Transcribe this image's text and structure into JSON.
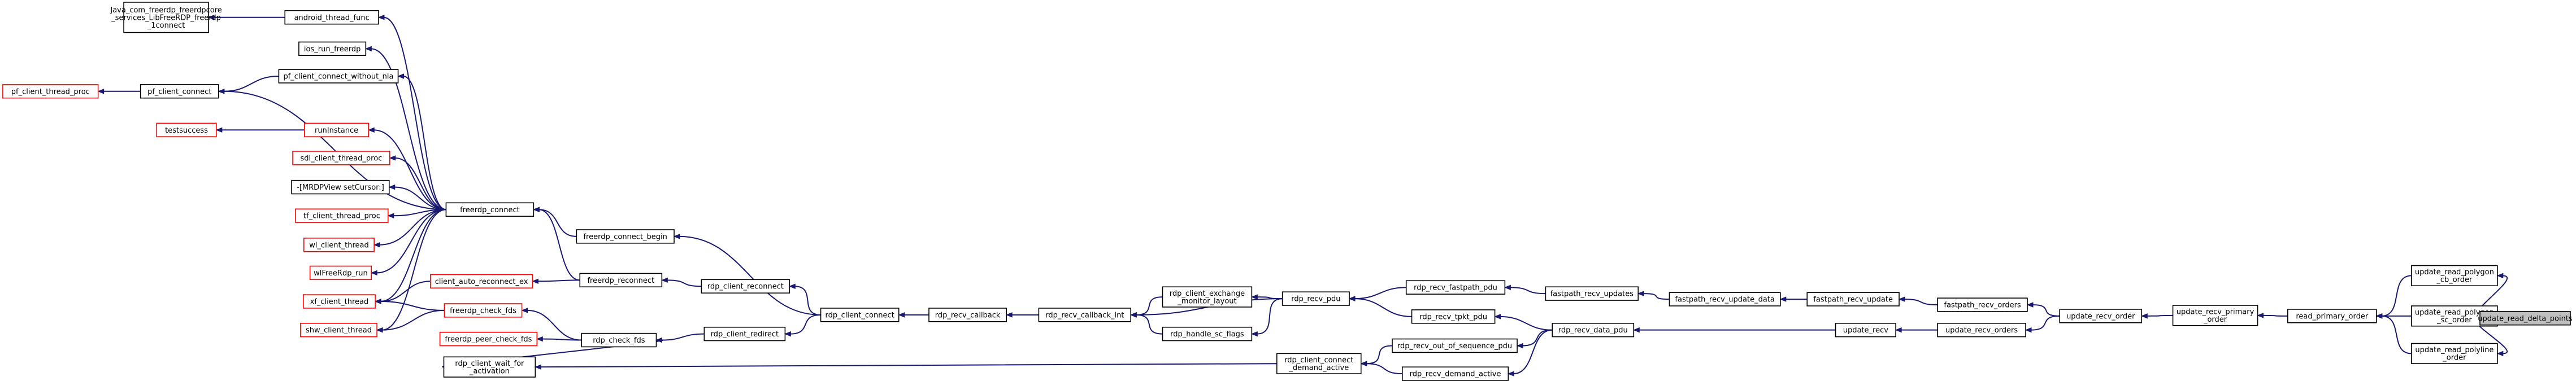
{
  "diagram": {
    "style": {
      "edge_color": "#191970",
      "node_border_black": "#000000",
      "node_border_red": "#ff0000",
      "highlight_fill": "#bfbfbf",
      "node_fill": "#ffffff"
    },
    "nodes": [
      {
        "id": "jni_connect",
        "label": "Java_com_freerdp_freerdpcore\n_services_LibFreeRDP_freerdp\n_1connect",
        "border": "black"
      },
      {
        "id": "android_thread_func",
        "label": "android_thread_func",
        "border": "black"
      },
      {
        "id": "ios_run_freerdp",
        "label": "ios_run_freerdp",
        "border": "black"
      },
      {
        "id": "pf_client_thread_proc",
        "label": "pf_client_thread_proc",
        "border": "red"
      },
      {
        "id": "pf_client_connect",
        "label": "pf_client_connect",
        "border": "black"
      },
      {
        "id": "pf_client_connect_without_nla",
        "label": "pf_client_connect_without_nla",
        "border": "black"
      },
      {
        "id": "testsuccess",
        "label": "testsuccess",
        "border": "red"
      },
      {
        "id": "runInstance",
        "label": "runInstance",
        "border": "red"
      },
      {
        "id": "sdl_client_thread_proc",
        "label": "sdl_client_thread_proc",
        "border": "red"
      },
      {
        "id": "mrdpview_setcursor",
        "label": "-[MRDPView setCursor:]",
        "border": "black"
      },
      {
        "id": "tf_client_thread_proc",
        "label": "tf_client_thread_proc",
        "border": "red"
      },
      {
        "id": "wl_client_thread",
        "label": "wl_client_thread",
        "border": "red"
      },
      {
        "id": "wlfreerdp_run",
        "label": "wlFreeRdp_run",
        "border": "red"
      },
      {
        "id": "xf_client_thread",
        "label": "xf_client_thread",
        "border": "red"
      },
      {
        "id": "shw_client_thread",
        "label": "shw_client_thread",
        "border": "red"
      },
      {
        "id": "freerdp_connect",
        "label": "freerdp_connect",
        "border": "black"
      },
      {
        "id": "client_auto_reconnect_ex",
        "label": "client_auto_reconnect_ex",
        "border": "red"
      },
      {
        "id": "freerdp_check_fds",
        "label": "freerdp_check_fds",
        "border": "red"
      },
      {
        "id": "freerdp_peer_check_fds",
        "label": "freerdp_peer_check_fds",
        "border": "red"
      },
      {
        "id": "rdp_client_wait_for_activation",
        "label": "rdp_client_wait_for\n_activation",
        "border": "black"
      },
      {
        "id": "freerdp_connect_begin",
        "label": "freerdp_connect_begin",
        "border": "black"
      },
      {
        "id": "freerdp_reconnect",
        "label": "freerdp_reconnect",
        "border": "black"
      },
      {
        "id": "rdp_check_fds",
        "label": "rdp_check_fds",
        "border": "black"
      },
      {
        "id": "rdp_client_reconnect",
        "label": "rdp_client_reconnect",
        "border": "black"
      },
      {
        "id": "rdp_client_redirect",
        "label": "rdp_client_redirect",
        "border": "black"
      },
      {
        "id": "rdp_client_connect",
        "label": "rdp_client_connect",
        "border": "black"
      },
      {
        "id": "rdp_recv_callback",
        "label": "rdp_recv_callback",
        "border": "black"
      },
      {
        "id": "rdp_recv_callback_int",
        "label": "rdp_recv_callback_int",
        "border": "black"
      },
      {
        "id": "rdp_client_exchange_monitor_layout",
        "label": "rdp_client_exchange\n_monitor_layout",
        "border": "black"
      },
      {
        "id": "rdp_handle_sc_flags",
        "label": "rdp_handle_sc_flags",
        "border": "black"
      },
      {
        "id": "rdp_recv_pdu",
        "label": "rdp_recv_pdu",
        "border": "black"
      },
      {
        "id": "rdp_client_connect_demand_active",
        "label": "rdp_client_connect\n_demand_active",
        "border": "black"
      },
      {
        "id": "rdp_recv_fastpath_pdu",
        "label": "rdp_recv_fastpath_pdu",
        "border": "black"
      },
      {
        "id": "rdp_recv_tpkt_pdu",
        "label": "rdp_recv_tpkt_pdu",
        "border": "black"
      },
      {
        "id": "rdp_recv_out_of_sequence_pdu",
        "label": "rdp_recv_out_of_sequence_pdu",
        "border": "black"
      },
      {
        "id": "rdp_recv_demand_active",
        "label": "rdp_recv_demand_active",
        "border": "black"
      },
      {
        "id": "fastpath_recv_updates",
        "label": "fastpath_recv_updates",
        "border": "black"
      },
      {
        "id": "rdp_recv_data_pdu",
        "label": "rdp_recv_data_pdu",
        "border": "black"
      },
      {
        "id": "fastpath_recv_update_data",
        "label": "fastpath_recv_update_data",
        "border": "black"
      },
      {
        "id": "fastpath_recv_update",
        "label": "fastpath_recv_update",
        "border": "black"
      },
      {
        "id": "update_recv",
        "label": "update_recv",
        "border": "black"
      },
      {
        "id": "fastpath_recv_orders",
        "label": "fastpath_recv_orders",
        "border": "black"
      },
      {
        "id": "update_recv_orders",
        "label": "update_recv_orders",
        "border": "black"
      },
      {
        "id": "update_recv_order",
        "label": "update_recv_order",
        "border": "black"
      },
      {
        "id": "update_recv_primary_order",
        "label": "update_recv_primary\n_order",
        "border": "black"
      },
      {
        "id": "read_primary_order",
        "label": "read_primary_order",
        "border": "black"
      },
      {
        "id": "update_read_polygon_cb_order",
        "label": "update_read_polygon\n_cb_order",
        "border": "black"
      },
      {
        "id": "update_read_polygon_sc_order",
        "label": "update_read_polygon\n_sc_order",
        "border": "black"
      },
      {
        "id": "update_read_polyline_order",
        "label": "update_read_polyline\n_order",
        "border": "black"
      },
      {
        "id": "update_read_delta_points",
        "label": "update_read_delta_points",
        "border": "black",
        "highlighted": true
      }
    ],
    "edges": [
      [
        "update_read_delta_points",
        "update_read_polygon_cb_order"
      ],
      [
        "update_read_delta_points",
        "update_read_polygon_sc_order"
      ],
      [
        "update_read_delta_points",
        "update_read_polyline_order"
      ],
      [
        "update_read_polygon_cb_order",
        "read_primary_order"
      ],
      [
        "update_read_polygon_sc_order",
        "read_primary_order"
      ],
      [
        "update_read_polyline_order",
        "read_primary_order"
      ],
      [
        "read_primary_order",
        "update_recv_primary_order"
      ],
      [
        "update_recv_primary_order",
        "update_recv_order"
      ],
      [
        "update_recv_order",
        "fastpath_recv_orders"
      ],
      [
        "update_recv_order",
        "update_recv_orders"
      ],
      [
        "fastpath_recv_orders",
        "fastpath_recv_update"
      ],
      [
        "update_recv_orders",
        "update_recv"
      ],
      [
        "fastpath_recv_update",
        "fastpath_recv_update_data"
      ],
      [
        "fastpath_recv_update_data",
        "fastpath_recv_updates"
      ],
      [
        "fastpath_recv_updates",
        "rdp_recv_fastpath_pdu"
      ],
      [
        "update_recv",
        "rdp_recv_data_pdu"
      ],
      [
        "rdp_recv_data_pdu",
        "rdp_recv_tpkt_pdu"
      ],
      [
        "rdp_recv_data_pdu",
        "rdp_recv_out_of_sequence_pdu"
      ],
      [
        "rdp_recv_data_pdu",
        "rdp_recv_demand_active"
      ],
      [
        "rdp_recv_fastpath_pdu",
        "rdp_recv_pdu"
      ],
      [
        "rdp_recv_tpkt_pdu",
        "rdp_recv_pdu"
      ],
      [
        "rdp_recv_out_of_sequence_pdu",
        "rdp_client_connect_demand_active"
      ],
      [
        "rdp_recv_demand_active",
        "rdp_client_connect_demand_active"
      ],
      [
        "rdp_recv_pdu",
        "rdp_client_exchange_monitor_layout"
      ],
      [
        "rdp_recv_pdu",
        "rdp_handle_sc_flags"
      ],
      [
        "rdp_recv_pdu",
        "rdp_recv_callback_int"
      ],
      [
        "rdp_client_exchange_monitor_layout",
        "rdp_recv_callback_int"
      ],
      [
        "rdp_handle_sc_flags",
        "rdp_recv_callback_int"
      ],
      [
        "rdp_client_connect_demand_active",
        "rdp_client_wait_for_activation"
      ],
      [
        "rdp_recv_callback_int",
        "rdp_recv_callback"
      ],
      [
        "rdp_recv_callback",
        "rdp_client_connect"
      ],
      [
        "rdp_client_connect",
        "freerdp_connect_begin"
      ],
      [
        "rdp_client_connect",
        "rdp_client_reconnect"
      ],
      [
        "rdp_client_connect",
        "rdp_client_redirect"
      ],
      [
        "rdp_client_reconnect",
        "freerdp_reconnect"
      ],
      [
        "rdp_client_redirect",
        "rdp_check_fds"
      ],
      [
        "rdp_client_wait_for_activation",
        "rdp_check_fds"
      ],
      [
        "freerdp_connect_begin",
        "freerdp_connect"
      ],
      [
        "freerdp_reconnect",
        "client_auto_reconnect_ex"
      ],
      [
        "freerdp_reconnect",
        "freerdp_connect"
      ],
      [
        "rdp_check_fds",
        "freerdp_check_fds"
      ],
      [
        "rdp_check_fds",
        "freerdp_peer_check_fds"
      ],
      [
        "freerdp_check_fds",
        "shw_client_thread"
      ],
      [
        "freerdp_check_fds",
        "xf_client_thread"
      ],
      [
        "client_auto_reconnect_ex",
        "xf_client_thread"
      ],
      [
        "freerdp_connect",
        "android_thread_func"
      ],
      [
        "android_thread_func",
        "jni_connect"
      ],
      [
        "freerdp_connect",
        "ios_run_freerdp"
      ],
      [
        "freerdp_connect",
        "pf_client_connect_without_nla"
      ],
      [
        "pf_client_connect_without_nla",
        "pf_client_connect"
      ],
      [
        "freerdp_connect",
        "pf_client_connect"
      ],
      [
        "pf_client_connect",
        "pf_client_thread_proc"
      ],
      [
        "freerdp_connect",
        "runInstance"
      ],
      [
        "runInstance",
        "testsuccess"
      ],
      [
        "freerdp_connect",
        "sdl_client_thread_proc"
      ],
      [
        "freerdp_connect",
        "mrdpview_setcursor"
      ],
      [
        "freerdp_connect",
        "tf_client_thread_proc"
      ],
      [
        "freerdp_connect",
        "wl_client_thread"
      ],
      [
        "freerdp_connect",
        "wlfreerdp_run"
      ],
      [
        "freerdp_connect",
        "xf_client_thread"
      ],
      [
        "freerdp_connect",
        "shw_client_thread"
      ]
    ]
  }
}
